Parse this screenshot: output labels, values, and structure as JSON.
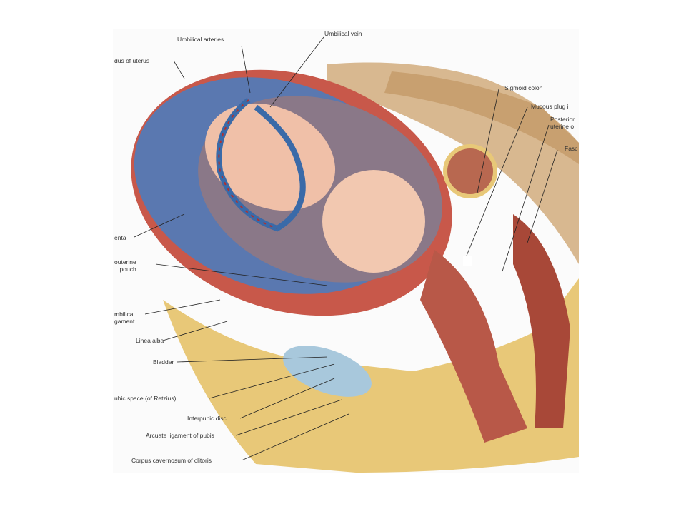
{
  "labels": {
    "umbilical_arteries": "Umbilical arteries",
    "umbilical_vein": "Umbilical vein",
    "fundus_of_uterus": "dus of uterus",
    "sigmoid_colon": "Sigmoid colon",
    "mucous_plug": "Mucous plug i",
    "posterior_uterine_1": "Posterior",
    "posterior_uterine_2": "uterine o",
    "fascia": "Fasc",
    "placenta": "enta",
    "pouch_1": "outerine",
    "pouch_2": "pouch",
    "umbilical_ligament_1": "mbilical",
    "umbilical_ligament_2": "gament",
    "linea_alba": "Linea alba",
    "bladder": "Bladder",
    "retropubic_space": "ubic space (of Retzius)",
    "interpubic_disc": "Interpubic disc",
    "arcuate_ligament": "Arcuate ligament of pubis",
    "corpus_cavernosum": "Corpus cavernosum of clitoris"
  },
  "colors": {
    "muscle": "#c8584a",
    "placenta": "#5a78b0",
    "fat": "#e8c878",
    "fetus": "#f0c0a8",
    "bladder": "#a8c8dc"
  }
}
